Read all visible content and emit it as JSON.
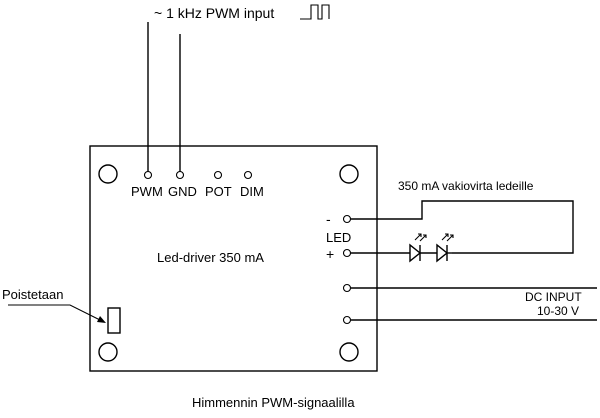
{
  "pwm_input_label": "~ 1 kHz PWM input",
  "pins": {
    "pwm": "PWM",
    "gnd": "GND",
    "pot": "POT",
    "dim": "DIM"
  },
  "board_label": "Led-driver 350 mA",
  "led": {
    "label": "LED",
    "minus": "-",
    "plus": "+",
    "current_label": "350 mA vakiovirta ledeille"
  },
  "dc_input": {
    "line1": "DC  INPUT",
    "line2": "10-30 V"
  },
  "remove_label": "Poistetaan",
  "caption": "Himmennin PWM-signaalilla"
}
